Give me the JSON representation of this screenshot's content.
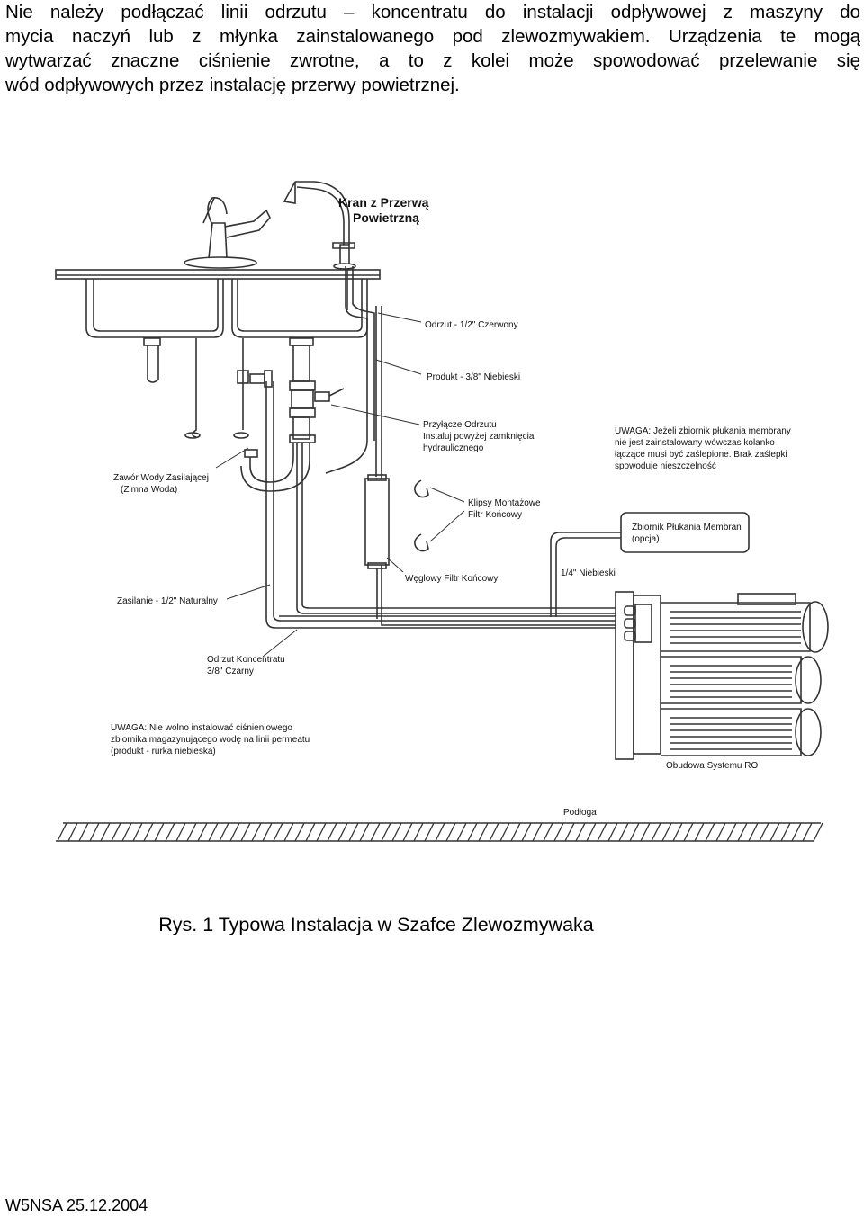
{
  "intro": {
    "lines": [
      "Nie należy podłączać linii odrzutu – koncentratu do instalacji odpływowej z maszyny do",
      "mycia naczyń lub z młynka zainstalowanego pod zlewozmywakiem. Urządzenia te mogą",
      "wytwarzać znaczne ciśnienie zwrotne, a to z kolei może spowodować przelewanie się",
      "wód odpływowych przez instalację przerwy powietrznej."
    ]
  },
  "diagram": {
    "labels": {
      "faucet_line1": "Kran z Przerwą",
      "faucet_line2": "Powietrzną",
      "drain_red": "Odrzut - 1/2\" Czerwony",
      "product_blue": "Produkt - 3/8\" Niebieski",
      "drain_conn_1": "Przyłącze Odrzutu",
      "drain_conn_2": "Instaluj powyżej zamknięcia",
      "drain_conn_3": "hydraulicznego",
      "note_tank_1": "UWAGA: Jeżeli zbiornik płukania membrany",
      "note_tank_2": "nie jest zainstalowany wówczas kolanko",
      "note_tank_3": "łączące musi być zaślepione. Brak zaślepki",
      "note_tank_4": "spowoduje nieszczelność",
      "valve_1": "Zawór Wody Zasilającej",
      "valve_2": "(Zimna Woda)",
      "clips_1": "Klipsy Montażowe",
      "clips_2": "Filtr Końcowy",
      "flush_tank_1": "Zbiornik Płukania Membran",
      "flush_tank_2": "(opcja)",
      "carbon_filter": "Węglowy Filtr Końcowy",
      "quarter_blue": "1/4\" Niebieski",
      "supply": "Zasilanie - 1/2\" Naturalny",
      "concentrate_1": "Odrzut Koncentratu",
      "concentrate_2": "3/8\" Czarny",
      "note_tank_press_1": "UWAGA: Nie wolno instalować ciśnieniowego",
      "note_tank_press_2": "zbiornika magazynującego wodę na linii permeatu",
      "note_tank_press_3": "(produkt - rurka niebieska)",
      "housing": "Obudowa Systemu RO",
      "floor": "Podłoga"
    }
  },
  "caption": "Rys. 1 Typowa Instalacja w Szafce Zlewozmywaka",
  "footer": "W5NSA 25.12.2004"
}
